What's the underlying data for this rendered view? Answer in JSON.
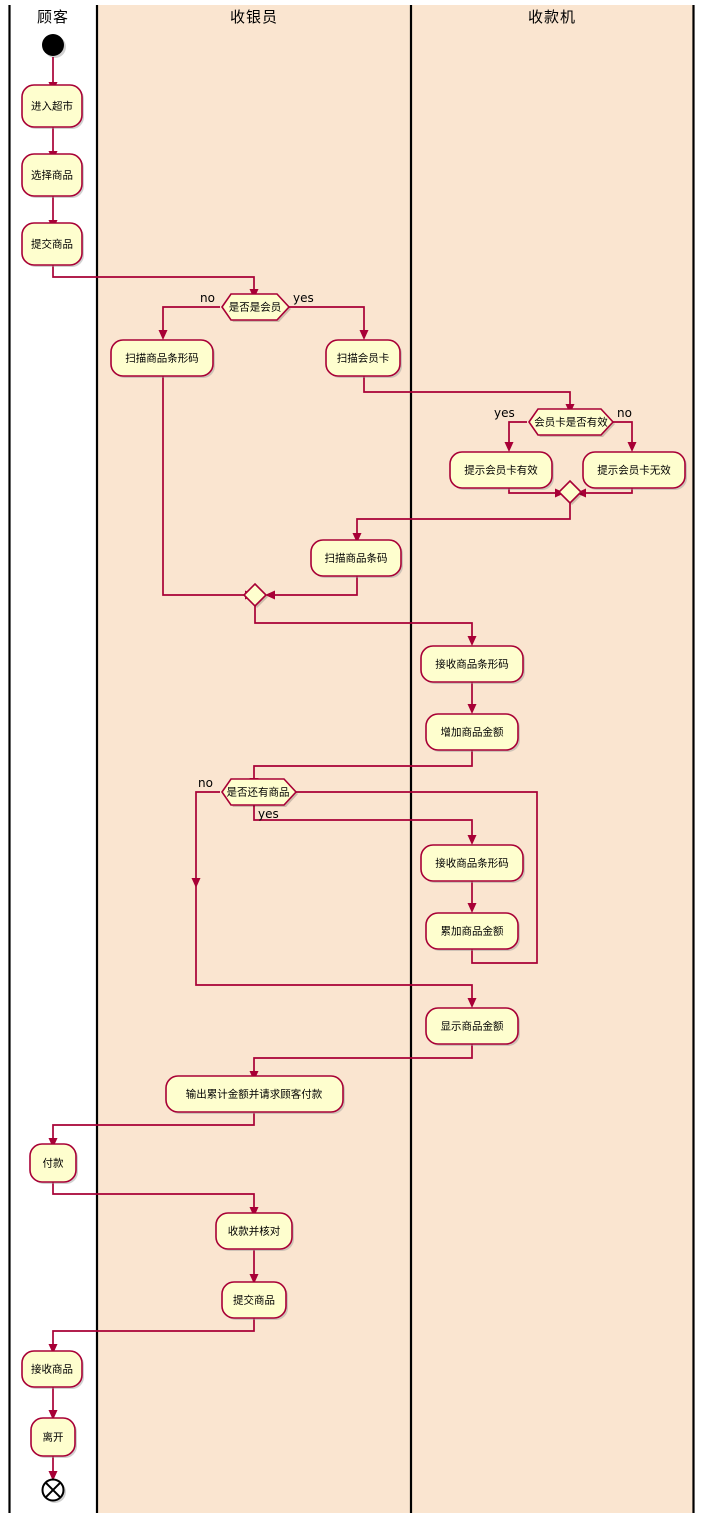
{
  "diagram": {
    "kind": "uml-activity-swimlane",
    "title_visible": false,
    "colors": {
      "lane_customer_bg": "#FFFFFF",
      "lane_other_bg": "#FAE5D0",
      "node_fill": "#FEFECE",
      "node_stroke": "#A80036",
      "flow_stroke": "#A80036",
      "divider": "#000000",
      "text": "#000000"
    },
    "lanes": [
      {
        "id": "customer",
        "title": "顾客"
      },
      {
        "id": "cashier",
        "title": "收银员"
      },
      {
        "id": "register",
        "title": "收款机"
      }
    ],
    "nodes": {
      "start": {
        "type": "start",
        "lane": "customer"
      },
      "a1": {
        "type": "activity",
        "lane": "customer",
        "label": "进入超市"
      },
      "a2": {
        "type": "activity",
        "lane": "customer",
        "label": "选择商品"
      },
      "a3": {
        "type": "activity",
        "lane": "customer",
        "label": "提交商品"
      },
      "d1": {
        "type": "decision",
        "lane": "cashier",
        "label": "是否是会员",
        "left_branch": "no",
        "right_branch": "yes"
      },
      "a4": {
        "type": "activity",
        "lane": "cashier",
        "label": "扫描商品条形码"
      },
      "a5": {
        "type": "activity",
        "lane": "cashier",
        "label": "扫描会员卡"
      },
      "d2": {
        "type": "decision",
        "lane": "register",
        "label": "会员卡是否有效",
        "left_branch": "yes",
        "right_branch": "no"
      },
      "a6": {
        "type": "activity",
        "lane": "register",
        "label": "提示会员卡有效"
      },
      "a7": {
        "type": "activity",
        "lane": "register",
        "label": "提示会员卡无效"
      },
      "m1": {
        "type": "merge",
        "lane": "register"
      },
      "a8": {
        "type": "activity",
        "lane": "cashier",
        "label": "扫描商品条码"
      },
      "m2": {
        "type": "merge",
        "lane": "cashier"
      },
      "a9": {
        "type": "activity",
        "lane": "register",
        "label": "接收商品条形码"
      },
      "a10": {
        "type": "activity",
        "lane": "register",
        "label": "增加商品金额"
      },
      "d3": {
        "type": "decision",
        "lane": "cashier",
        "label": "是否还有商品",
        "left_branch": "no",
        "down_branch": "yes"
      },
      "a11": {
        "type": "activity",
        "lane": "register",
        "label": "接收商品条形码"
      },
      "a12": {
        "type": "activity",
        "lane": "register",
        "label": "累加商品金额"
      },
      "a13": {
        "type": "activity",
        "lane": "register",
        "label": "显示商品金额"
      },
      "a14": {
        "type": "activity",
        "lane": "cashier",
        "label": "输出累计金额并请求顾客付款"
      },
      "a15": {
        "type": "activity",
        "lane": "customer",
        "label": "付款"
      },
      "a16": {
        "type": "activity",
        "lane": "cashier",
        "label": "收款并核对"
      },
      "a17": {
        "type": "activity",
        "lane": "cashier",
        "label": "提交商品"
      },
      "a18": {
        "type": "activity",
        "lane": "customer",
        "label": "接收商品"
      },
      "a19": {
        "type": "activity",
        "lane": "customer",
        "label": "离开"
      },
      "end": {
        "type": "end",
        "lane": "customer"
      }
    },
    "branch_labels": {
      "d1_no": "no",
      "d1_yes": "yes",
      "d2_yes": "yes",
      "d2_no": "no",
      "d3_no": "no",
      "d3_yes": "yes"
    }
  }
}
